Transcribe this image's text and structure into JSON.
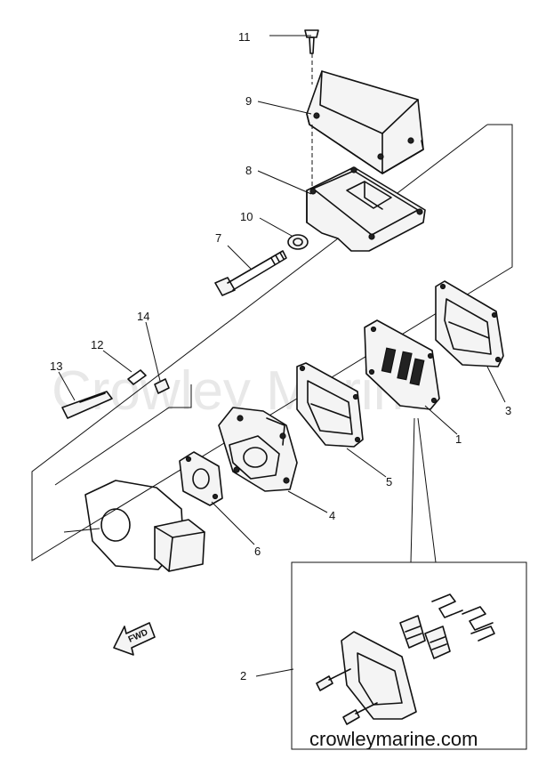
{
  "diagram": {
    "watermark": "Crowley Marine",
    "site_label": "crowleymarine.com",
    "fwd_label": "FWD",
    "callouts": [
      "1",
      "2",
      "3",
      "4",
      "5",
      "6",
      "7",
      "8",
      "9",
      "10",
      "11",
      "12",
      "13",
      "14"
    ]
  }
}
